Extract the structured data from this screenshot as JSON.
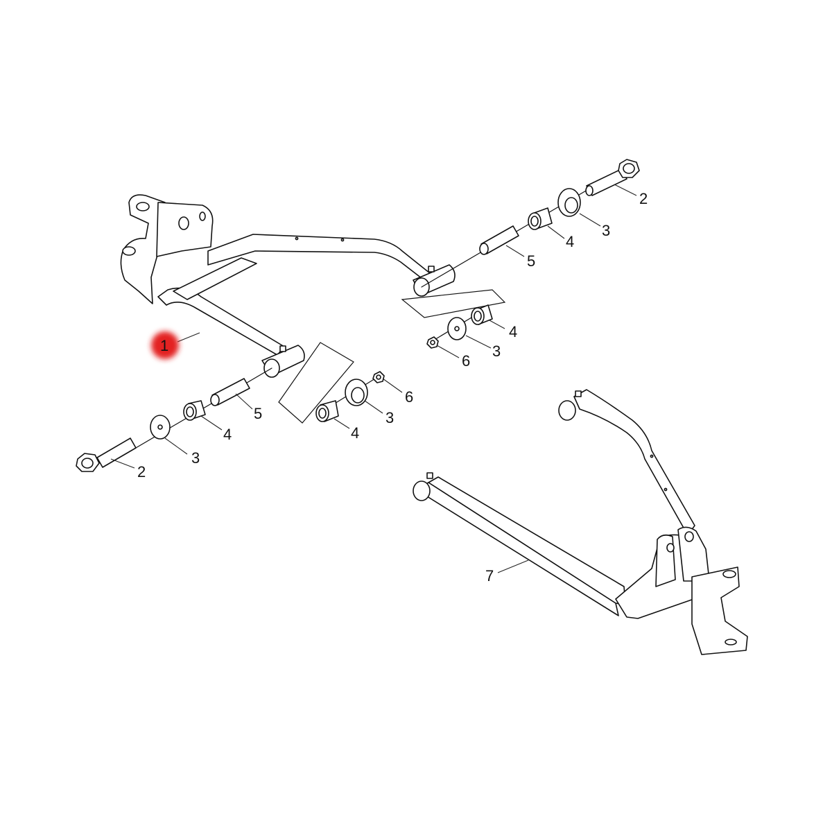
{
  "callouts": {
    "c1": "1",
    "c2": "2",
    "c3": "3",
    "c4": "4",
    "c5": "5",
    "c6": "6",
    "c7": "7"
  },
  "highlight": {
    "item": "1",
    "color": "#e32020"
  }
}
